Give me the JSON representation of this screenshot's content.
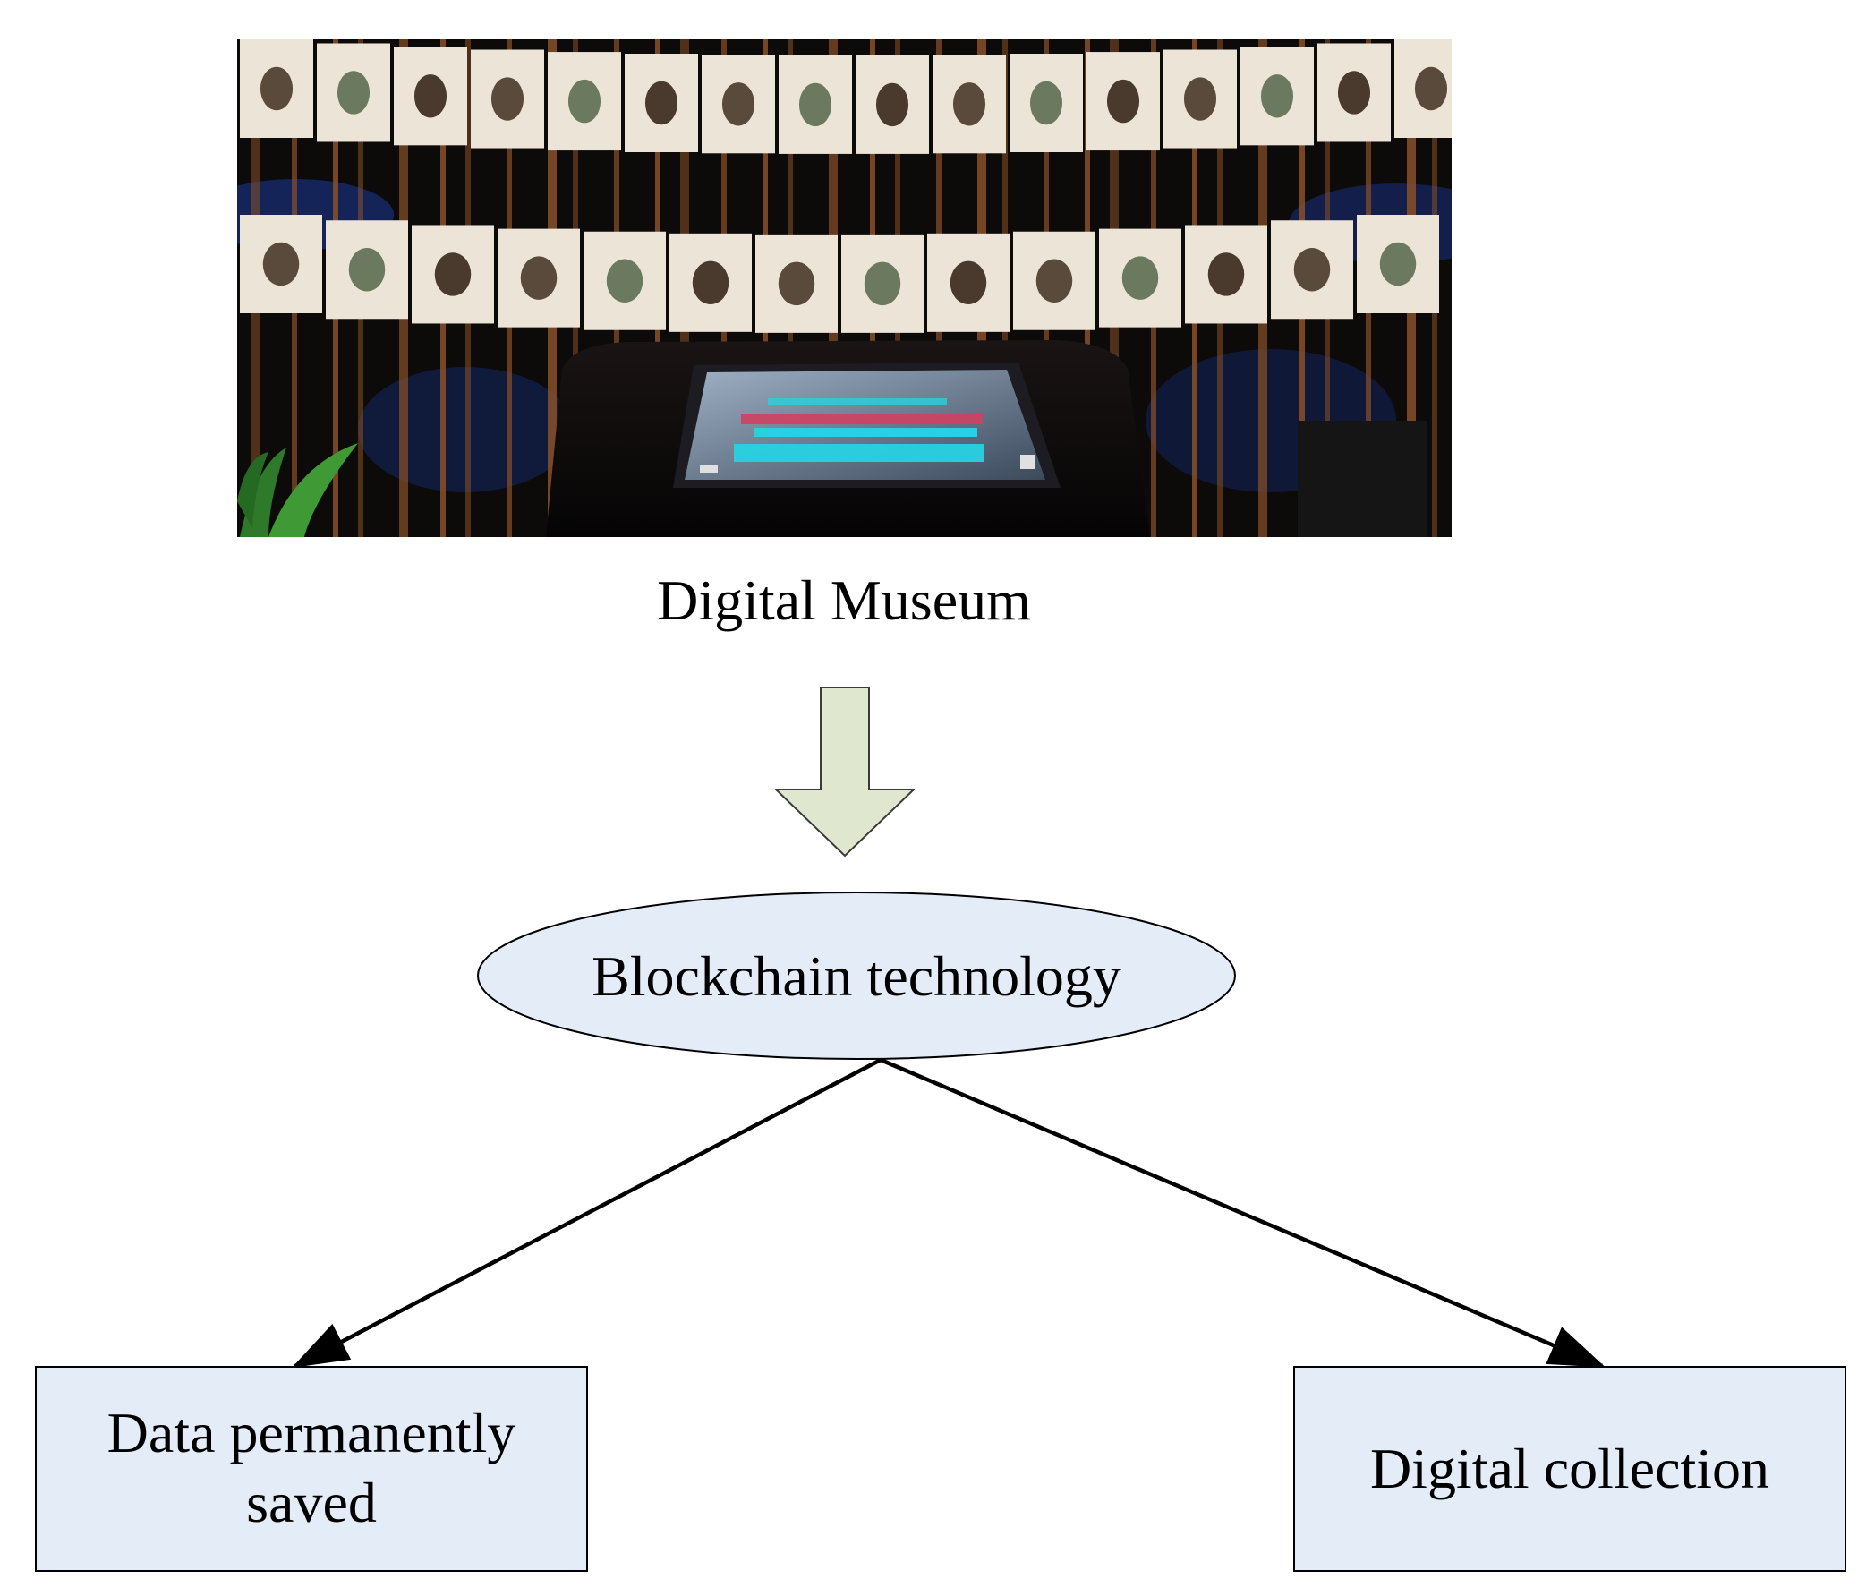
{
  "photo": {
    "caption": "Digital Museum",
    "bg_color": "#0d0a0a",
    "card_color": "#ece4d6",
    "pole_color": "#8a5028",
    "screen_color": "#26d2e0"
  },
  "process_arrow": {
    "fill": "#dfe8cf",
    "stroke": "#3a3a3a"
  },
  "nodes": {
    "blockchain": {
      "label": "Blockchain technology",
      "fill": "#e4ecf7"
    },
    "data_saved": {
      "label_line1": "Data permanently",
      "label_line2": "saved",
      "fill": "#e4ecf7"
    },
    "digital_collection": {
      "label": "Digital collection",
      "fill": "#e4ecf7"
    }
  },
  "edges": [
    {
      "from": "blockchain",
      "to": "data_saved"
    },
    {
      "from": "blockchain",
      "to": "digital_collection"
    }
  ]
}
